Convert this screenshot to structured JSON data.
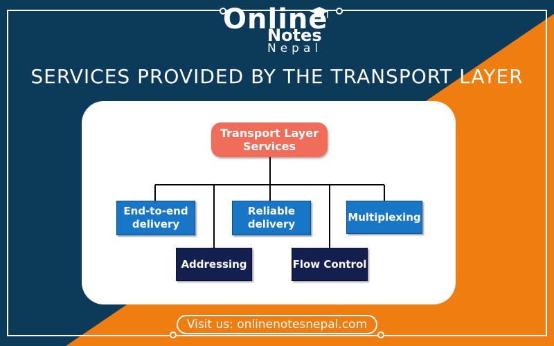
{
  "logo": {
    "online": "Online",
    "notes": "Notes",
    "nepal": "Nepal"
  },
  "title": "SERVICES PROVIDED BY THE TRANSPORT LAYER",
  "diagram": {
    "root": {
      "line1": "Transport Layer",
      "line2": "Services"
    },
    "children": [
      {
        "line1": "End-to-end",
        "line2": "delivery"
      },
      {
        "line1": "Addressing"
      },
      {
        "line1": "Reliable",
        "line2": "delivery"
      },
      {
        "line1": "Flow Control"
      },
      {
        "line1": "Multiplexing"
      }
    ]
  },
  "footer": {
    "text": "Visit us: onlinenotesnepal.com"
  },
  "colors": {
    "background_navy": "#0b3a5b",
    "background_orange": "#ef7d0f",
    "root_node": "#f26c5a",
    "blue_node": "#1976c7",
    "navy_node": "#13204f"
  }
}
